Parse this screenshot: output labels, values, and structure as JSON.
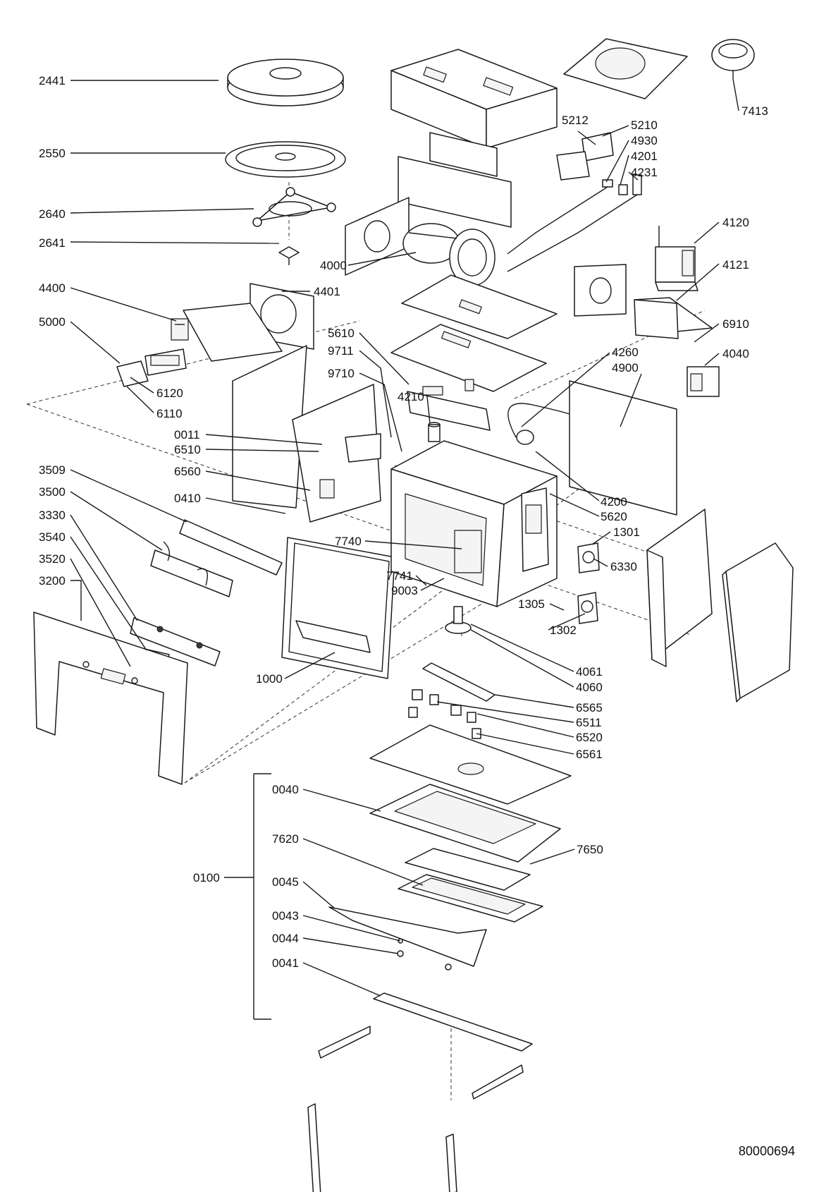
{
  "document_number": "80000694",
  "part_numbers": [
    "2441",
    "2550",
    "2640",
    "2641",
    "4400",
    "4401",
    "5000",
    "6120",
    "6110",
    "0011",
    "6510",
    "6560",
    "0410",
    "3509",
    "3500",
    "3330",
    "3540",
    "3520",
    "3200",
    "1000",
    "4000",
    "5610",
    "9711",
    "9710",
    "4210",
    "7740",
    "7741",
    "9003",
    "5212",
    "5210",
    "4930",
    "4201",
    "4231",
    "4120",
    "4121",
    "6910",
    "4040",
    "4260",
    "4900",
    "4200",
    "5620",
    "1301",
    "6330",
    "1305",
    "1302",
    "4061",
    "4060",
    "6565",
    "6511",
    "6520",
    "6561",
    "7413",
    "0040",
    "7620",
    "7650",
    "0100",
    "0045",
    "0043",
    "0044",
    "0041"
  ]
}
